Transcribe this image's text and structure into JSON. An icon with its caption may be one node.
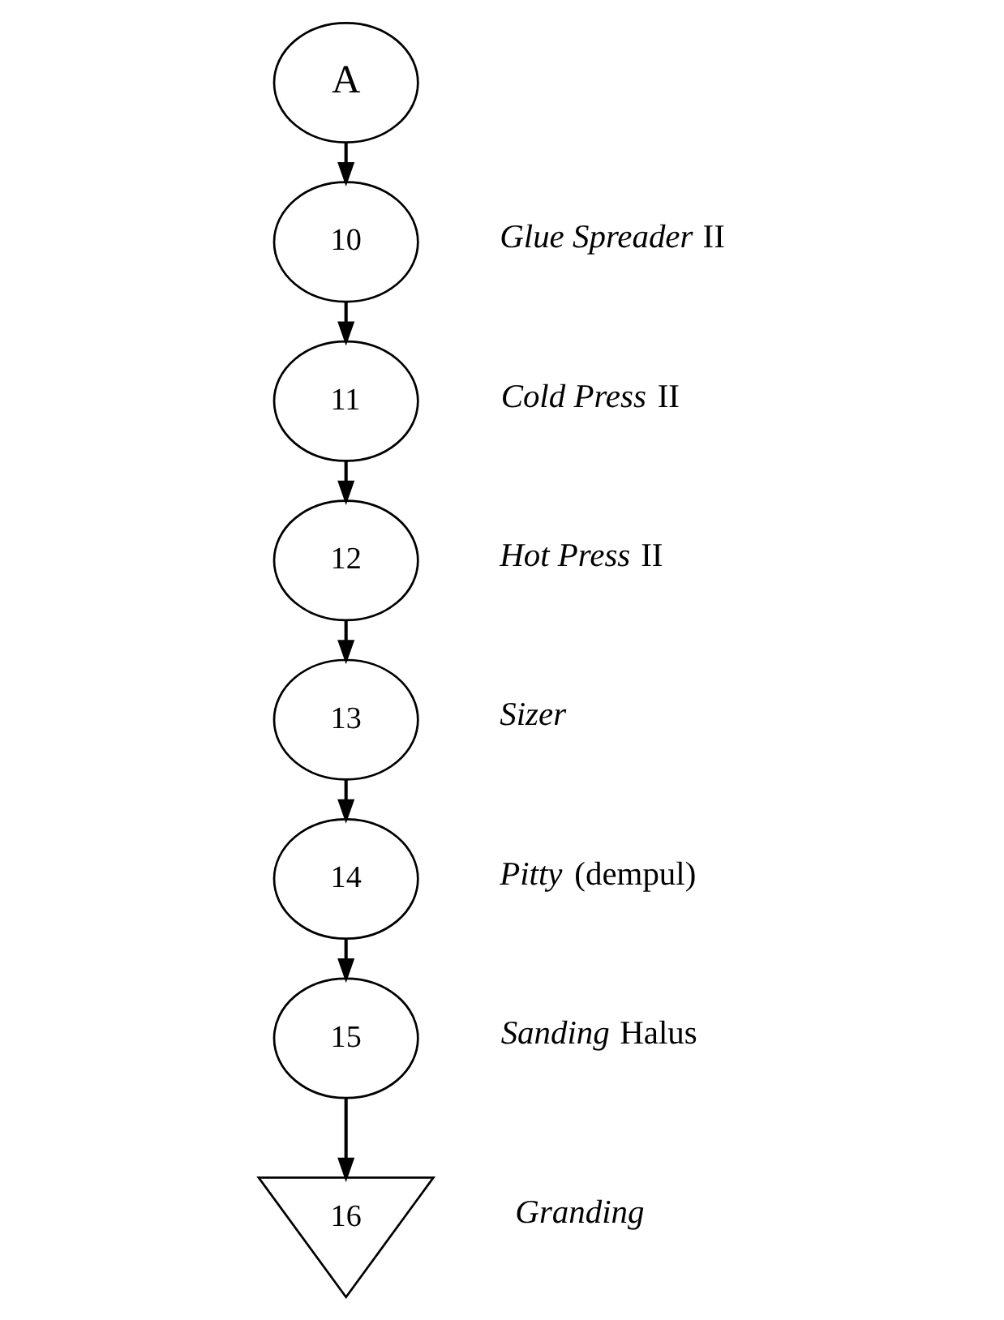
{
  "diagram": {
    "nodes": [
      {
        "text": [
          "A"
        ]
      },
      {
        "text": [
          "10"
        ],
        "beside": [
          "*Glue Spreader* II"
        ]
      },
      {
        "text": [
          "11"
        ],
        "beside": [
          "*Cold Press* II"
        ]
      },
      {
        "text": [
          "12"
        ],
        "beside": [
          "*Hot Press* II"
        ]
      },
      {
        "text": [
          "13"
        ],
        "beside": [
          "*Sizer*"
        ]
      },
      {
        "text": [
          "14"
        ],
        "beside": [
          "*Pitty* (dempul)"
        ]
      },
      {
        "text": [
          "15"
        ],
        "beside": [
          "*Sanding* Halus"
        ]
      },
      {
        "text": [
          "16"
        ],
        "beside": [
          "*Granding*"
        ]
      }
    ],
    "edges": [
      {
        "from": 0,
        "to": 1,
        "arrow": "to"
      },
      {
        "from": 1,
        "to": 2,
        "arrow": "to"
      },
      {
        "from": 2,
        "to": 3,
        "arrow": "to"
      },
      {
        "from": 3,
        "to": 4,
        "arrow": "to"
      },
      {
        "from": 4,
        "to": 5,
        "arrow": "to"
      },
      {
        "from": 5,
        "to": 6,
        "arrow": "to"
      },
      {
        "from": 6,
        "to": 7,
        "arrow": "to"
      }
    ]
  }
}
